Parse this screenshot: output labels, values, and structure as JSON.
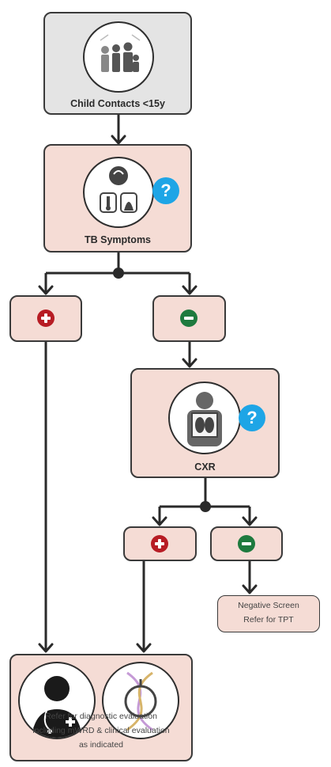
{
  "nodes": {
    "child_contacts": {
      "label": "Child Contacts <15y",
      "icon": "family-icon"
    },
    "tb_symptoms": {
      "label": "TB Symptoms",
      "icon": "symptoms-icon",
      "help": "?"
    },
    "cxr": {
      "label": "CXR",
      "icon": "chest-xray-icon",
      "help": "?"
    },
    "refer_diag": {
      "line1": "Refer for diagnostic evaluation",
      "line2": "including mWRD & clinical evaluation",
      "line3": "as indicated",
      "icons": [
        "doctor-icon",
        "dna-test-icon"
      ]
    },
    "negative": {
      "line1": "Negative Screen",
      "line2": "Refer for TPT"
    }
  },
  "colors": {
    "positive": "#b71c24",
    "negative": "#1e7a3e",
    "help": "#1ea5e6",
    "box_pink": "#f5dcd5",
    "box_grey": "#e4e4e4"
  }
}
